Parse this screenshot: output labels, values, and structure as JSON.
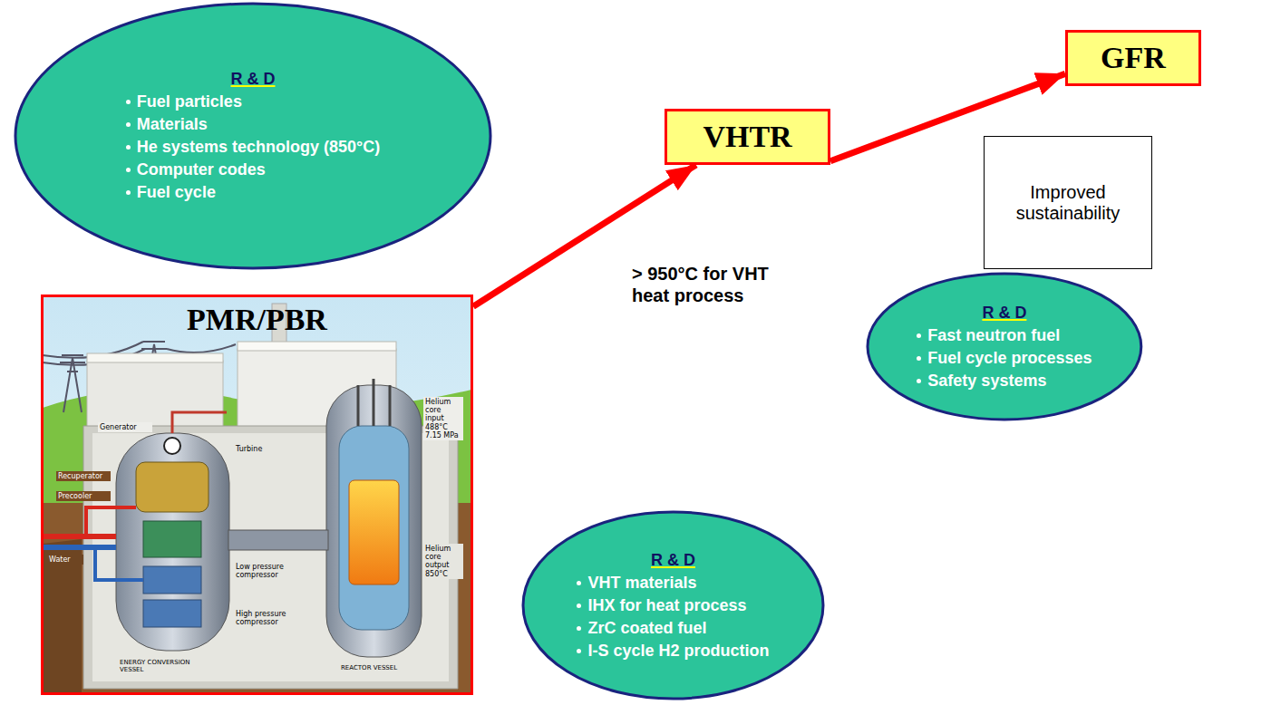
{
  "diagram": {
    "nodes": [
      {
        "text": [
          "R & D",
          "Fuel particles",
          "Materials",
          "He systems technology (850°C)",
          "Computer codes",
          "Fuel cycle"
        ]
      },
      {
        "text": [
          "VHTR"
        ]
      },
      {
        "text": [
          "GFR"
        ]
      },
      {
        "text": [
          "Improved sustainability"
        ]
      },
      {
        "text": [
          "PMR/PBR"
        ]
      },
      {
        "text": [
          "R & D",
          "Fast neutron fuel",
          "Fuel cycle processes",
          "Safety systems"
        ]
      },
      {
        "text": [
          "R & D",
          "VHT materials",
          "IHX for heat process",
          "ZrC coated fuel",
          "I-S cycle H2 production"
        ]
      }
    ],
    "edges": [
      {
        "from": 4,
        "to": 1,
        "arrow": "to"
      },
      {
        "from": 1,
        "to": 2,
        "arrow": "to"
      }
    ],
    "labels": [
      "> 950°C for VHT heat process",
      "Generator",
      "Turbine",
      "Recuperator",
      "Precooler",
      "Water",
      "Low pressure compressor",
      "High pressure compressor",
      "ENERGY CONVERSION VESSEL",
      "REACTOR VESSEL",
      "Helium core input 488°C 7.15 MPa",
      "Helium core output 850°C"
    ]
  }
}
